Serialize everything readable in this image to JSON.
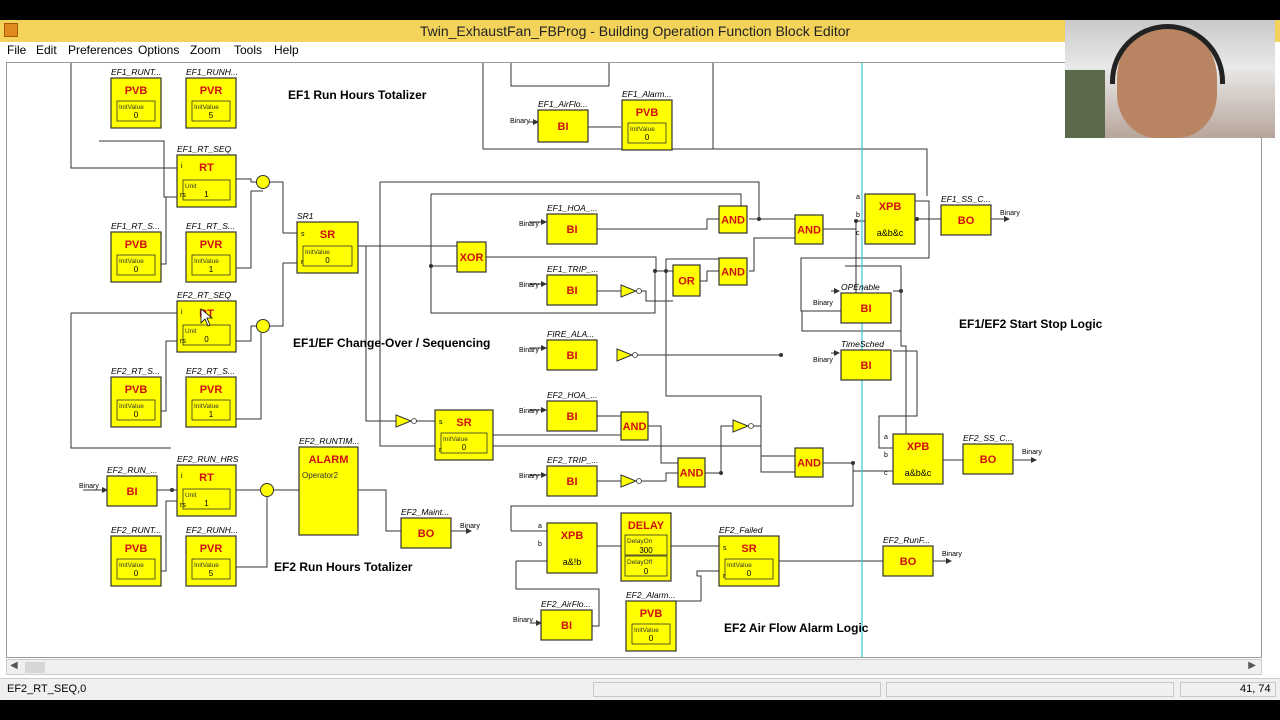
{
  "window": {
    "title": "Twin_ExhaustFan_FBProg - Building Operation Function Block Editor"
  },
  "menu": [
    "File",
    "Edit",
    "Preferences",
    "Options",
    "Zoom",
    "Tools",
    "Help"
  ],
  "status": {
    "left": "EF2_RT_SEQ,0",
    "coords": "41, 74"
  },
  "labels": {
    "ef1_totalizer": "EF1 Run Hours Totalizer",
    "ef2_totalizer": "EF2 Run Hours Totalizer",
    "changeover": "EF1/EF Change-Over / Sequencing",
    "startstop": "EF1/EF2  Start Stop Logic",
    "airflow": "EF2 Air Flow Alarm Logic"
  },
  "blocks": {
    "ef1_runt": {
      "name": "EF1_RUNT...",
      "type": "PVB",
      "param": "InitValue",
      "value": "0"
    },
    "ef1_runh": {
      "name": "EF1_RUNH...",
      "type": "PVR",
      "param": "InitValue",
      "value": "5"
    },
    "ef1_rt_seq": {
      "name": "EF1_RT_SEQ",
      "type": "RT",
      "param": "Unit",
      "value": "1"
    },
    "ef1_rt_s1": {
      "name": "EF1_RT_S...",
      "type": "PVB",
      "param": "InitValue",
      "value": "0"
    },
    "ef1_rt_s2": {
      "name": "EF1_RT_S...",
      "type": "PVR",
      "param": "InitValue",
      "value": "1"
    },
    "sr1": {
      "name": "SR1",
      "type": "SR",
      "param": "InitValue",
      "value": "0"
    },
    "ef2_rt_seq": {
      "name": "EF2_RT_SEQ",
      "type": "RT",
      "param": "Unit",
      "value": "0"
    },
    "ef2_rt_s1": {
      "name": "EF2_RT_S...",
      "type": "PVB",
      "param": "InitValue",
      "value": "0"
    },
    "ef2_rt_s2": {
      "name": "EF2_RT_S...",
      "type": "PVR",
      "param": "InitValue",
      "value": "1"
    },
    "ef2_run": {
      "name": "EF2_RUN_...",
      "type": "BI",
      "input": "Binary"
    },
    "ef2_run_hrs": {
      "name": "EF2_RUN_HRS",
      "type": "RT",
      "param": "Unit",
      "value": "1"
    },
    "ef2_runtime": {
      "name": "EF2_RUNTIM...",
      "type": "ALARM",
      "param": "Operator2"
    },
    "ef2_runt": {
      "name": "EF2_RUNT...",
      "type": "PVB",
      "param": "InitValue",
      "value": "0"
    },
    "ef2_runh": {
      "name": "EF2_RUNH...",
      "type": "PVR",
      "param": "InitValue",
      "value": "5"
    },
    "ef2_maint": {
      "name": "EF2_Maint...",
      "type": "BO",
      "output": "Binary"
    },
    "ef1_airflo": {
      "name": "EF1_AirFlo...",
      "type": "BI",
      "input": "Binary"
    },
    "ef1_alarm": {
      "name": "EF1_Alarm...",
      "type": "PVB",
      "param": "InitValue",
      "value": "0"
    },
    "ef1_hoa": {
      "name": "EF1_HOA_...",
      "type": "BI",
      "input": "Binary"
    },
    "ef1_trip": {
      "name": "EF1_TRIP_...",
      "type": "BI",
      "input": "Binary"
    },
    "fire_ala": {
      "name": "FIRE_ALA...",
      "type": "BI",
      "input": "Binary"
    },
    "ef2_hoa": {
      "name": "EF2_HOA_...",
      "type": "BI",
      "input": "Binary"
    },
    "ef2_trip": {
      "name": "EF2_TRIP_...",
      "type": "BI",
      "input": "Binary"
    },
    "xor": {
      "type": "XOR"
    },
    "or": {
      "type": "OR"
    },
    "and1": {
      "type": "AND"
    },
    "and2": {
      "type": "AND"
    },
    "and3": {
      "type": "AND"
    },
    "and4": {
      "type": "AND"
    },
    "and5": {
      "type": "AND"
    },
    "and6": {
      "type": "AND"
    },
    "sr2": {
      "type": "SR",
      "param": "InitValue",
      "value": "0"
    },
    "xpb1": {
      "type": "XPB",
      "expr": "a&b&c"
    },
    "ef1_ss": {
      "name": "EF1_SS_C...",
      "type": "BO",
      "output": "Binary"
    },
    "openable": {
      "name": "OPEnable",
      "type": "BI",
      "input": "Binary"
    },
    "timesched": {
      "name": "TimeSched",
      "type": "BI",
      "input": "Binary"
    },
    "xpb2": {
      "type": "XPB",
      "expr": "a&b&c"
    },
    "ef2_ss": {
      "name": "EF2_SS_C...",
      "type": "BO",
      "output": "Binary"
    },
    "xpb3": {
      "type": "XPB",
      "expr": "a&!b"
    },
    "delay": {
      "type": "DELAY",
      "p1": "DelayOn",
      "v1": "300",
      "p2": "DelayOff",
      "v2": "0"
    },
    "ef2_failed": {
      "name": "EF2_Failed",
      "type": "SR",
      "param": "InitValue",
      "value": "0"
    },
    "ef2_runf": {
      "name": "EF2_RunF...",
      "type": "BO",
      "output": "Binary"
    },
    "ef2_airflo": {
      "name": "EF2_AirFlo...",
      "type": "BI",
      "input": "Binary"
    },
    "ef2_alarm": {
      "name": "EF2_Alarm...",
      "type": "PVB",
      "param": "InitValue",
      "value": "0"
    }
  },
  "pins": {
    "s": "s",
    "r": "r",
    "rs": "rs",
    "a": "a",
    "b": "b",
    "c": "c",
    "i": "i"
  },
  "colors": {
    "block_fill": "#ffff00",
    "block_stroke": "#333333",
    "block_text": "#d01010",
    "wire": "#333333",
    "cursor_line": "#3cc6d8"
  }
}
